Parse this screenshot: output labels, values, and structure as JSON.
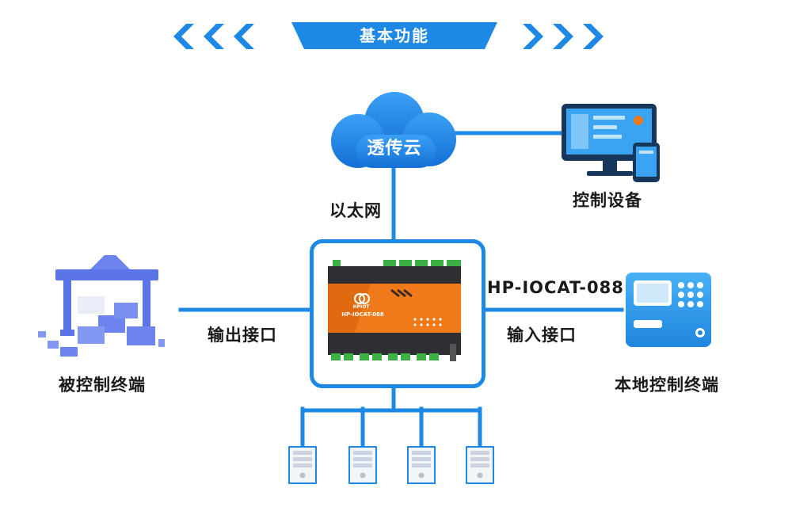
{
  "header": {
    "title": "基本功能"
  },
  "cloud": {
    "label": "透传云"
  },
  "links": {
    "ethernet": "以太网"
  },
  "nodes": {
    "control_device": "控制设备",
    "controlled_terminal": "被控制终端",
    "local_terminal": "本地控制终端"
  },
  "device": {
    "model": "HP-IOCAT-088",
    "panel_brand": "HPIOT",
    "panel_model": "HP-IOCAT-088"
  },
  "ports": {
    "output": "输出接口",
    "input": "输入接口"
  },
  "sensors": {
    "count": 4
  },
  "colors": {
    "primary_blue": "#1e88e5",
    "device_orange": "#f07a1a",
    "terminal_green": "#3cb043",
    "device_dark": "#2f2f33"
  }
}
